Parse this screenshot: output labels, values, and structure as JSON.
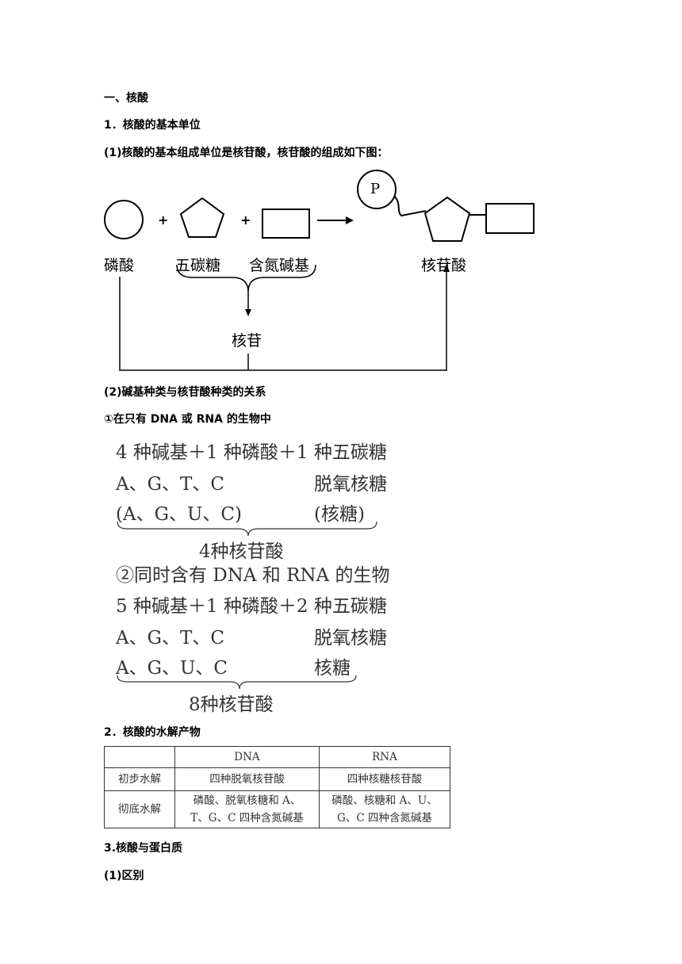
{
  "headings": {
    "h1": "一、核酸",
    "h2": "1．核酸的基本单位",
    "p1": "(1)核酸的基本组成单位是核苷酸，核苷酸的组成如下图：",
    "p2": "(2)碱基种类与核苷酸种类的关系",
    "p3": "①在只有 DNA 或 RNA 的生物中",
    "h3": "2．核酸的水解产物",
    "h4": "3.核酸与蛋白质",
    "p4": "(1)区别"
  },
  "diagram": {
    "phosphate": "磷酸",
    "pentose": "五碳糖",
    "base": "含氮碱基",
    "nucleotide": "核苷酸",
    "nucleoside": "核苷",
    "p_label": "P",
    "plus": "+"
  },
  "block1": {
    "line1": "4 种碱基＋1 种磷酸＋1 种五碳糖",
    "bases_dna": "A、G、T、C",
    "sugar_dna": "脱氧核糖",
    "bases_rna": "(A、G、U、C)",
    "sugar_rna": "(核糖)",
    "result": "4种核苷酸"
  },
  "block2": {
    "title": "②同时含有 DNA 和 RNA 的生物",
    "line1": "5 种碱基＋1 种磷酸＋2 种五碳糖",
    "bases_dna": "A、G、T、C",
    "sugar_dna": "脱氧核糖",
    "bases_rna": "A、G、U、C",
    "sugar_rna": "核糖",
    "result": "8种核苷酸"
  },
  "table": {
    "header": [
      "",
      "DNA",
      "RNA"
    ],
    "row1": [
      "初步水解",
      "四种脱氧核苷酸",
      "四种核糖核苷酸"
    ],
    "row2": {
      "label": "彻底水解",
      "dna_l1": "磷酸、脱氧核糖和 A、",
      "dna_l2": "T、G、C 四种含氮碱基",
      "rna_l1": "磷酸、核糖和 A、U、",
      "rna_l2": "G、C 四种含氮碱基"
    }
  }
}
